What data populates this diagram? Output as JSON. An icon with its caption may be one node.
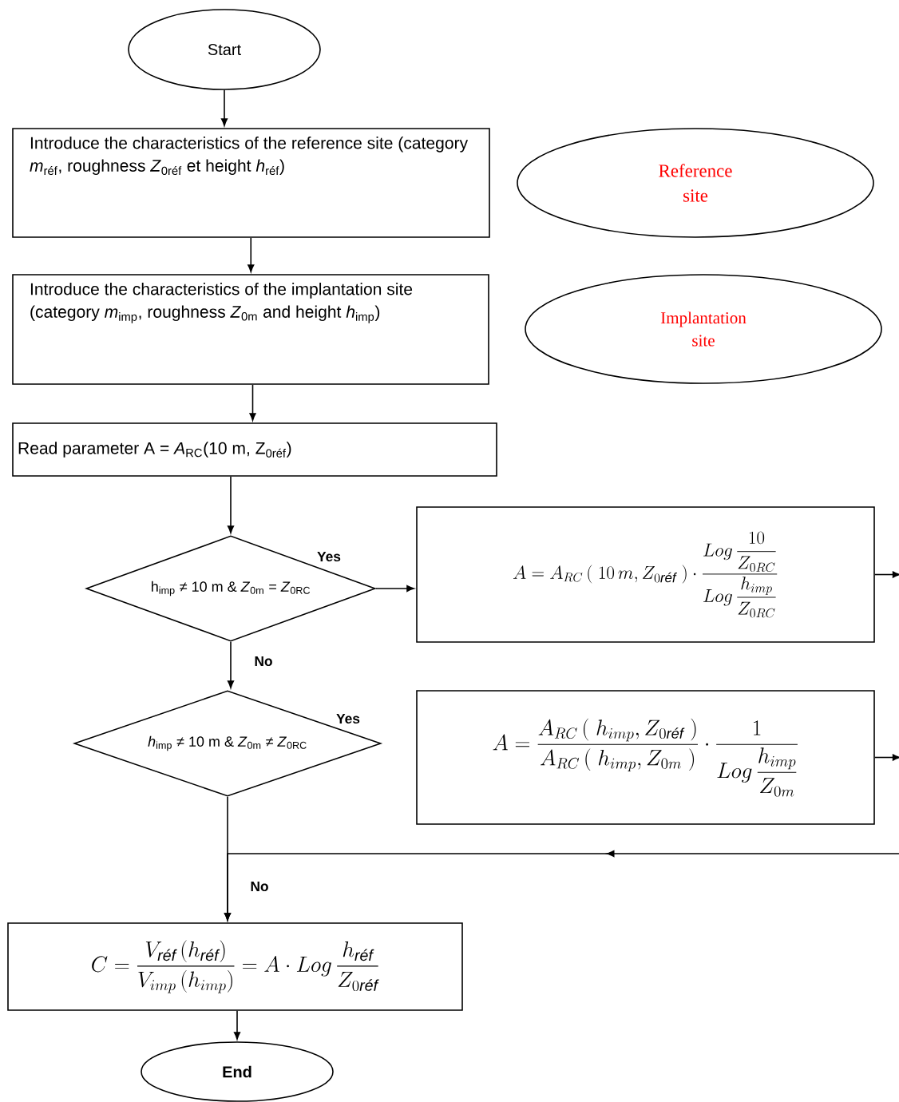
{
  "diagram": {
    "nodes": [
      {
        "text": [
          "Start"
        ]
      },
      {
        "text": [
          "Introduce the characteristics of the reference site (category *m*$_{réf}$, roughness *Z*$_{0réf}$ et height *h*$_{réf}$)"
        ]
      },
      {
        "text": [
          "Reference site"
        ]
      },
      {
        "text": [
          "Introduce the characteristics of the implantation site (category *m*$_{imp}$, roughness *Z*$_{0m}$ and height *h*$_{imp}$)"
        ]
      },
      {
        "text": [
          "Implantation site"
        ]
      },
      {
        "text": [
          "Read parameter A = *A*$_{RC}$(10 m, Z$_{0réf}$)"
        ]
      },
      {
        "text": [
          "h$_{imp}$ ≠ 10 m & *Z*$_{0m}$ = *Z*$_{0RC}$"
        ]
      },
      {
        "text": [
          "A = A_{RC}\\left(\\;10\\,m, Z_{0\\text{\\itshape réf}}\\;\\right)\\cdot\\frac{Log\\,\\dfrac{10}{Z_{0RC}}}{Log\\,\\dfrac{h_{imp}}{Z_{0RC}}}"
        ]
      },
      {
        "text": [
          "*h*$_{imp}$ ≠ 10 m & *Z*$_{0m}$ ≠ *Z*$_{0RC}$"
        ]
      },
      {
        "text": [
          "A = \\frac{A_{RC}\\left(\\;h_{imp}, Z_{0\\text{\\itshape réf}}\\;\\right)}{A_{RC}\\left(\\;h_{imp}, Z_{0m}\\;\\right)}\\cdot\\frac{1}{Log\\,\\dfrac{h_{imp}}{Z_{0m}}}"
        ]
      },
      {
        "text": [
          "C = \\frac{V_{\\text{\\itshape réf}}\\,(h_{\\text{\\itshape réf}})}{V_{imp}\\,(h_{imp})} = A\\cdot Log\\,\\frac{h_{\\text{\\itshape réf}}}{Z_{0\\text{\\itshape réf}}}"
        ]
      },
      {
        "text": [
          "End"
        ]
      }
    ],
    "edges": [
      {
        "from": 0,
        "to": 1,
        "arrow": "to"
      },
      {
        "from": 1,
        "to": 3,
        "arrow": "to"
      },
      {
        "from": 3,
        "to": 5,
        "arrow": "to"
      },
      {
        "from": 5,
        "to": 6,
        "arrow": "to"
      },
      {
        "from": 6,
        "to": 7,
        "arrow": "to",
        "label": "Yes"
      },
      {
        "from": 6,
        "to": 8,
        "arrow": "to",
        "label": "No"
      },
      {
        "from": 7,
        "to": null,
        "arrow": "to"
      },
      {
        "from": 9,
        "to": null,
        "arrow": "to"
      },
      {
        "from": null,
        "to": 10,
        "arrow": "to"
      },
      {
        "from": 8,
        "to": 10,
        "arrow": "to",
        "label": "No"
      },
      {
        "from": 10,
        "to": 11,
        "arrow": "to"
      }
    ],
    "labels": [
      "Yes"
    ]
  }
}
